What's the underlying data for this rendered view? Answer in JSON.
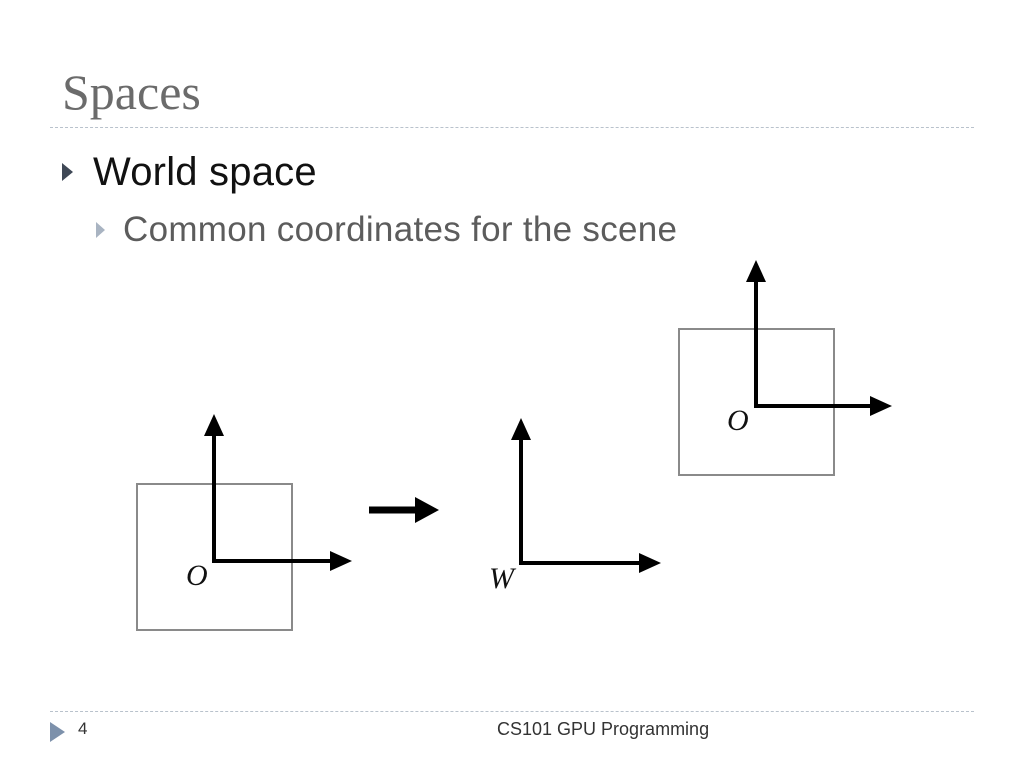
{
  "slide": {
    "title": "Spaces",
    "bullets": [
      {
        "text": "World space",
        "children": [
          {
            "text": "Common coordinates for the scene"
          }
        ]
      }
    ],
    "diagram": {
      "object_frame_label": "O",
      "world_frame_label": "W",
      "placed_object_label": "O"
    },
    "footer": {
      "page_number": "4",
      "course": "CS101 GPU Programming"
    }
  }
}
